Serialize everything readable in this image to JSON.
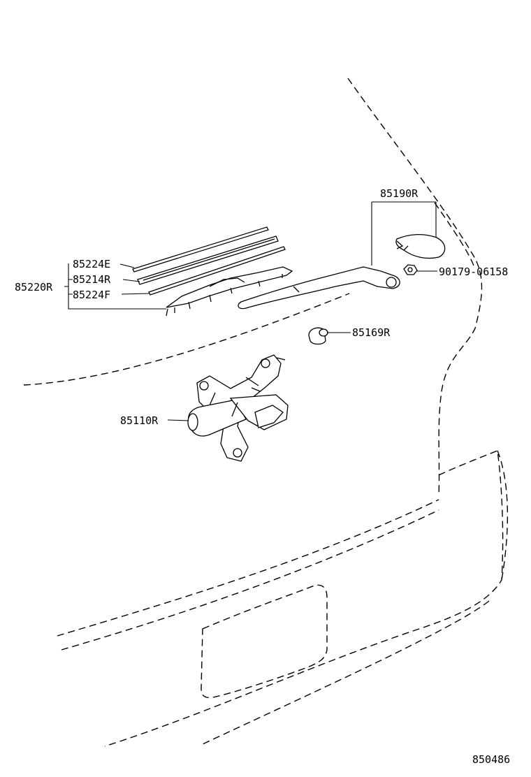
{
  "diagram": {
    "drawing_number": "850486",
    "callouts": {
      "wiper_cap": "85190R",
      "nut": "90179-06158",
      "arm_pivot_cap": "85169R",
      "blade_assembly": "85220R",
      "refill_e": "85224E",
      "rubber": "85214R",
      "refill_f": "85224F",
      "motor": "85110R"
    }
  }
}
